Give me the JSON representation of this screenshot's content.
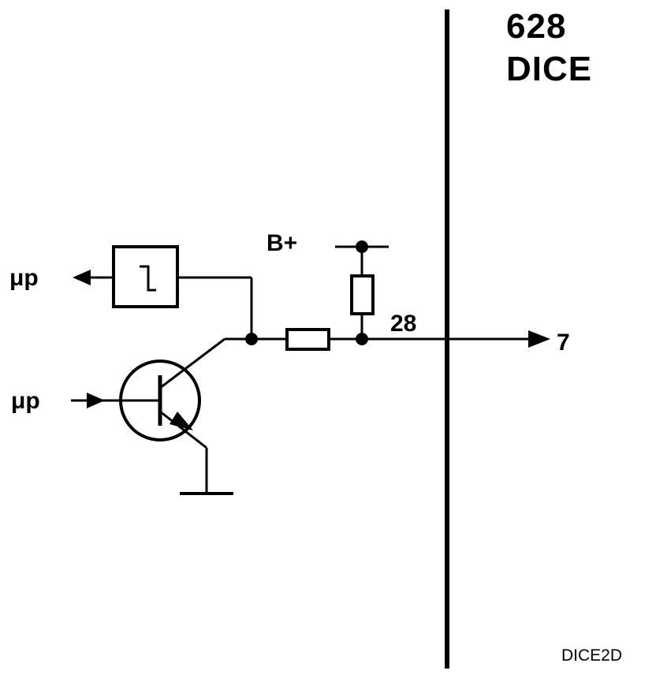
{
  "module": {
    "line1": "628",
    "line2": "DICE"
  },
  "labels": {
    "supply": "B+",
    "pin": "28",
    "output_terminal": "7",
    "up_output": "μp",
    "up_input": "μp",
    "drawing_id": "DICE2D"
  },
  "icons": [
    "filter-block-icon",
    "resistor-icon",
    "npn-transistor-icon",
    "ground-icon",
    "arrow-icon",
    "junction-dot-icon"
  ]
}
